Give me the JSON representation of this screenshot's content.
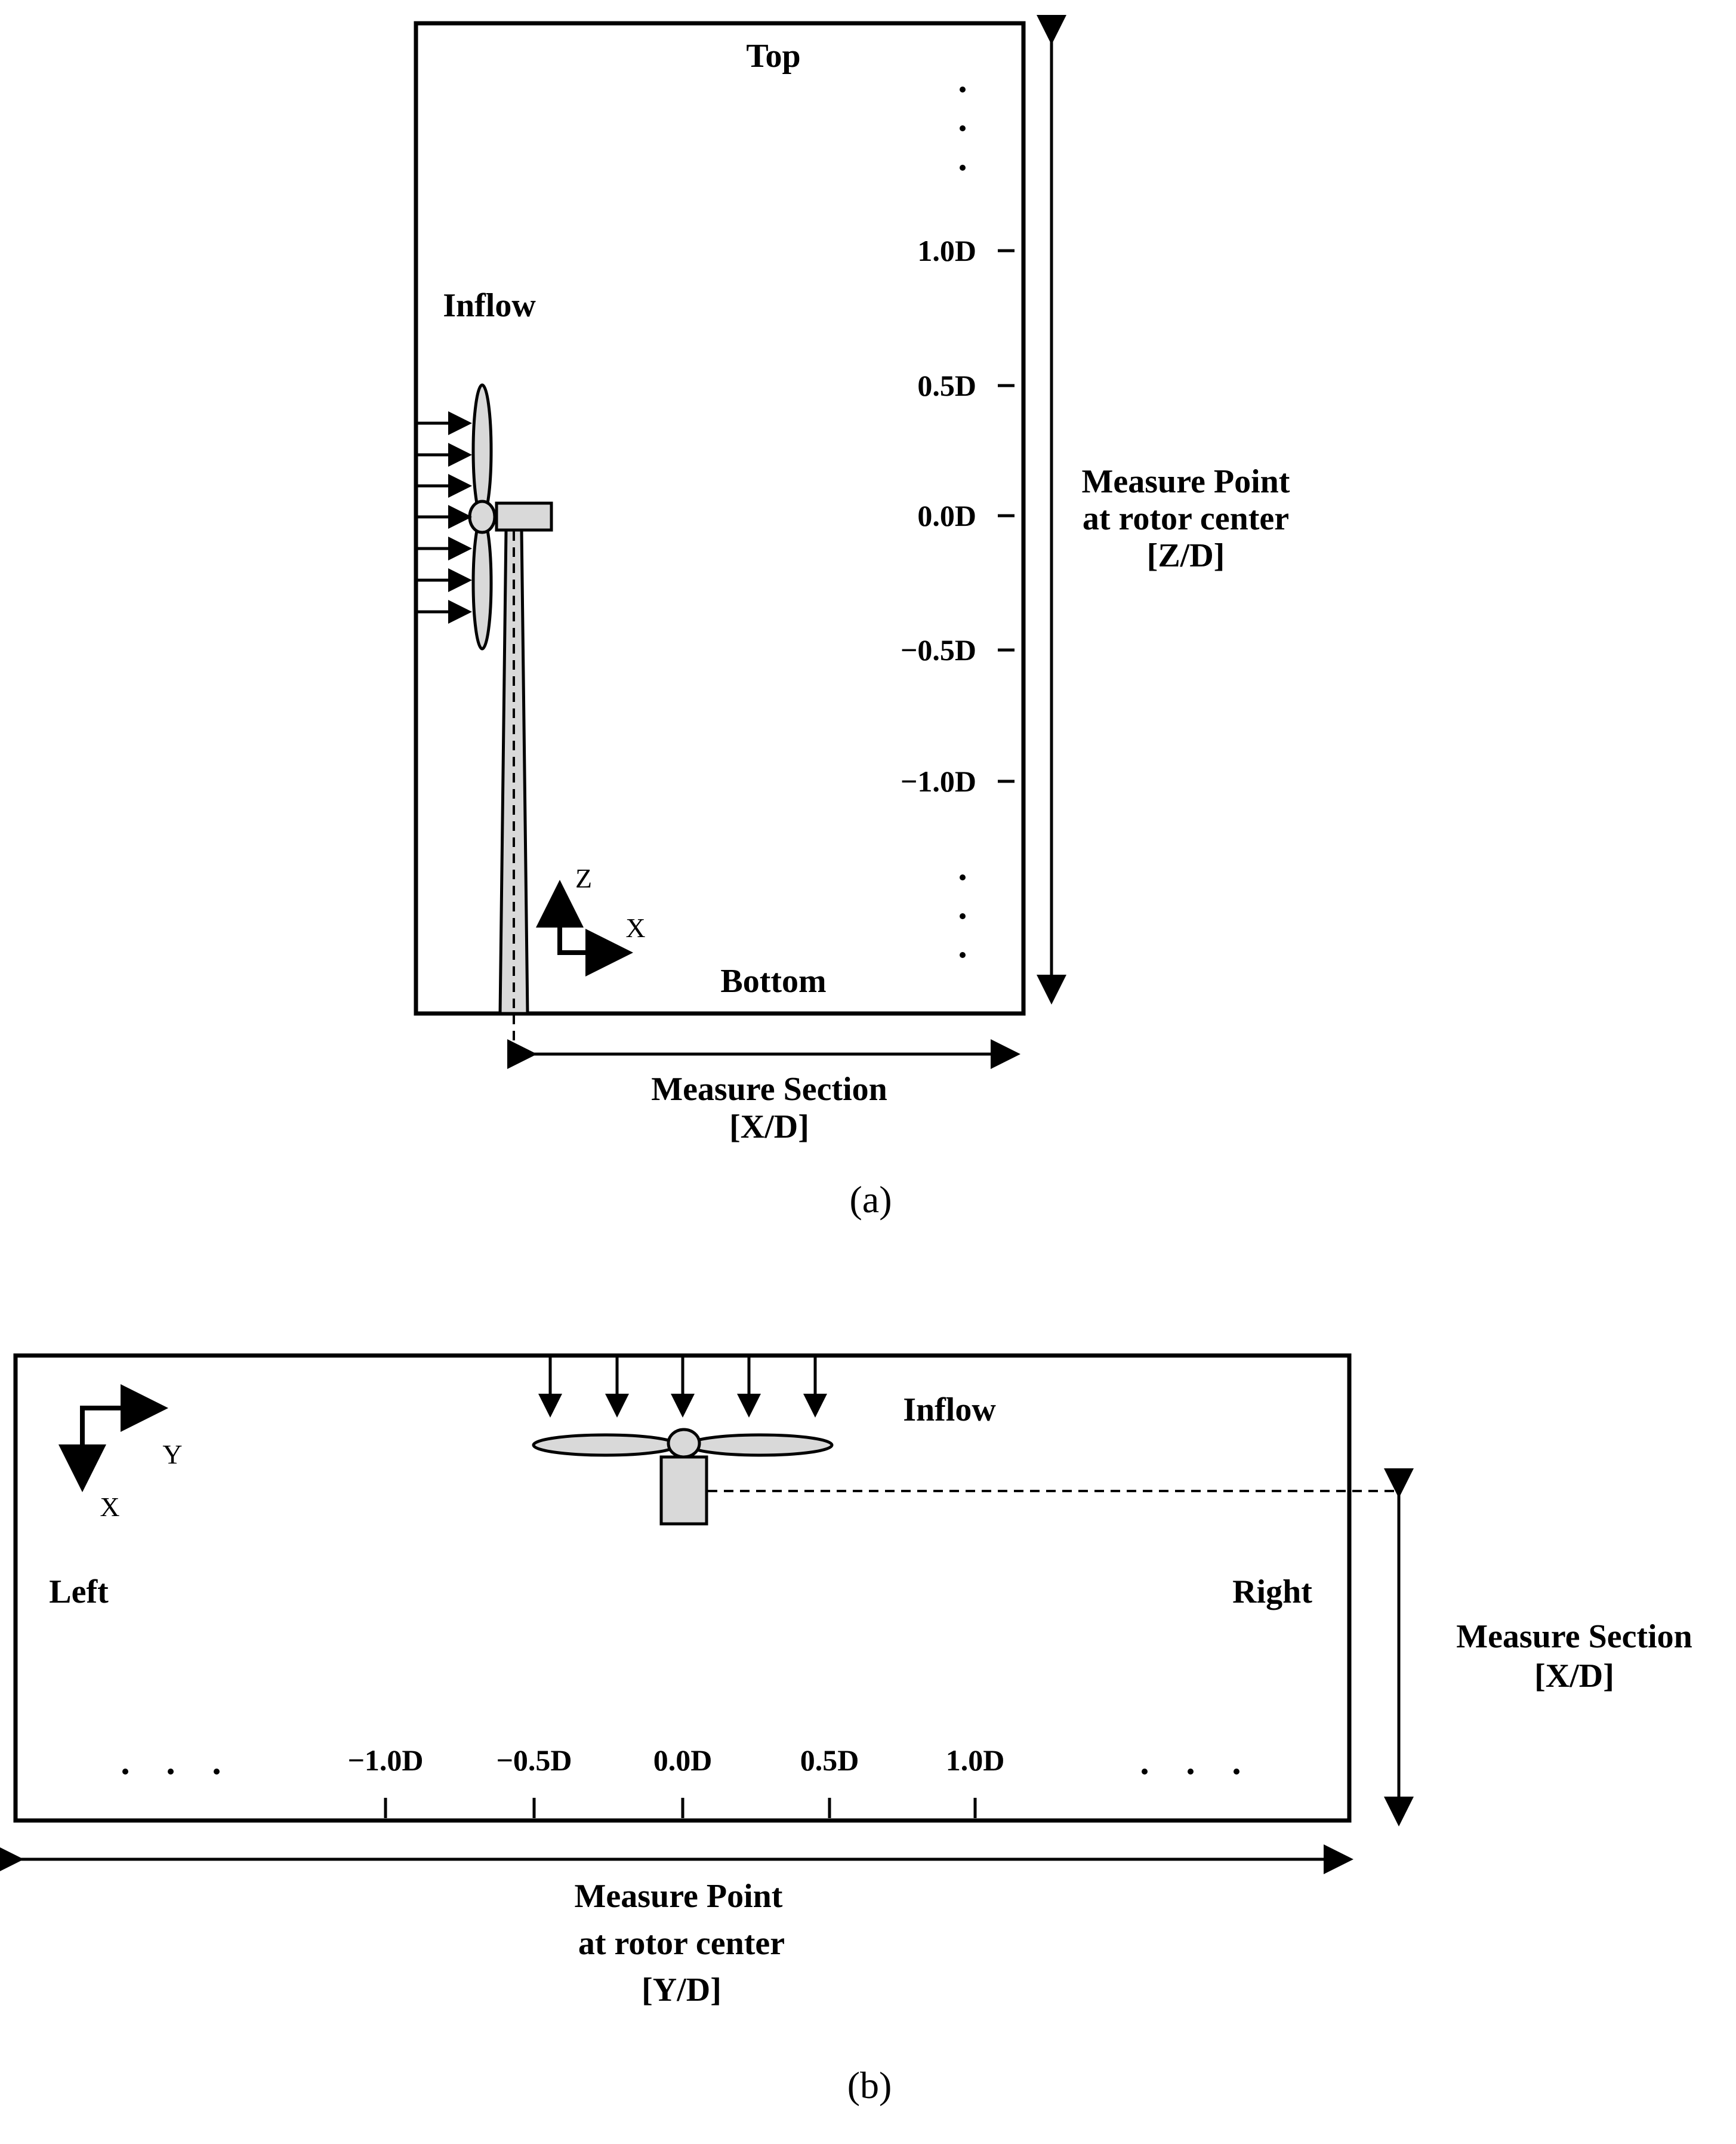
{
  "panel_a": {
    "top_label": "Top",
    "bottom_label": "Bottom",
    "inflow_label": "Inflow",
    "z_ticks": [
      "1.0D",
      "0.5D",
      "0.0D",
      "−0.5D",
      "−1.0D"
    ],
    "right_label_line1": "Measure Point",
    "right_label_line2": "at rotor center",
    "right_label_line3": "[Z/D]",
    "bottom_label_line1": "Measure Section",
    "bottom_label_line2": "[X/D]",
    "axis_vertical": "Z",
    "axis_horizontal": "X",
    "caption": "(a)"
  },
  "panel_b": {
    "inflow_label": "Inflow",
    "left_label": "Left",
    "right_label": "Right",
    "y_ticks": [
      "−1.0D",
      "−0.5D",
      "0.0D",
      "0.5D",
      "1.0D"
    ],
    "side_label_line1": "Measure Section",
    "side_label_line2": "[X/D]",
    "bottom_label_line1": "Measure Point",
    "bottom_label_line2": "at rotor center",
    "bottom_label_line3": "[Y/D]",
    "axis_horizontal": "Y",
    "axis_vertical": "X",
    "caption": "(b)"
  }
}
